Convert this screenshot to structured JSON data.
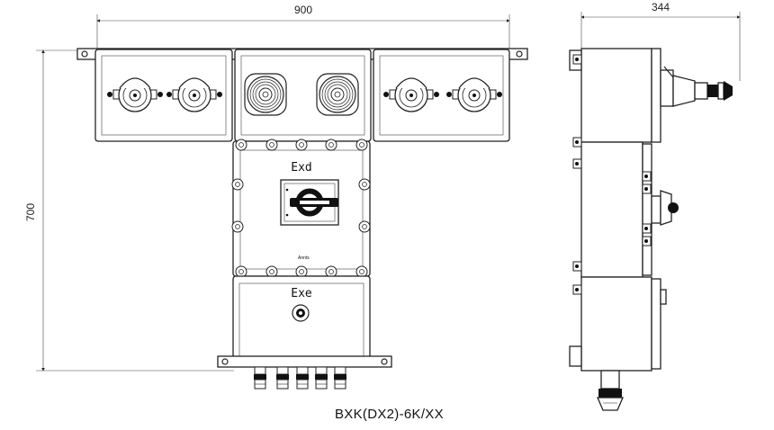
{
  "dimensions": {
    "width_front": "900",
    "height": "700",
    "depth_side": "344"
  },
  "labels": {
    "exd": "Exd",
    "exe": "Exe",
    "switch_brand": "Annts"
  },
  "model": "BXK(DX2)-6K/XX",
  "colors": {
    "line": "#222222",
    "handle": "#111111",
    "background": "#ffffff"
  }
}
